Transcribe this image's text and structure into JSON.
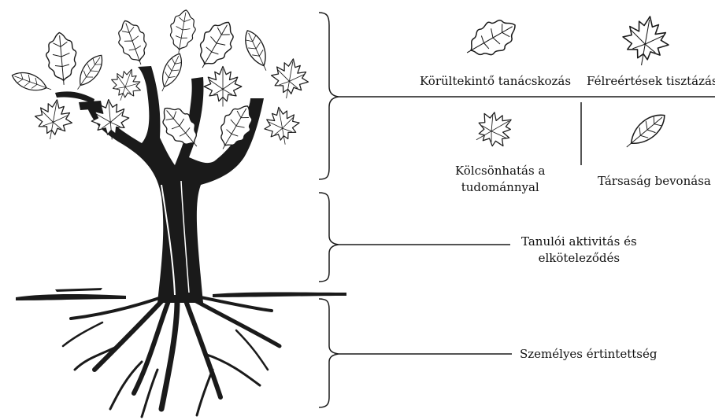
{
  "labels": {
    "careful_consultation": "Körültekintő tanácskozás",
    "clarify_misunderstandings": "Félreértések tisztázása",
    "science_interaction_line1": "Kölcsönhatás a",
    "science_interaction_line2": "tudománnyal",
    "society_involvement": "Társaság bevonása",
    "student_activity_line1": "Tanulói aktivitás és",
    "student_activity_line2": "elköteleződés",
    "personal_involvement": "Személyes értintettség"
  },
  "colors": {
    "ink": "#1a1a1a",
    "background": "#ffffff"
  },
  "icons": [
    "oak-leaf-icon",
    "maple-leaf-icon",
    "oak-leaf-small-icon",
    "simple-leaf-icon"
  ]
}
